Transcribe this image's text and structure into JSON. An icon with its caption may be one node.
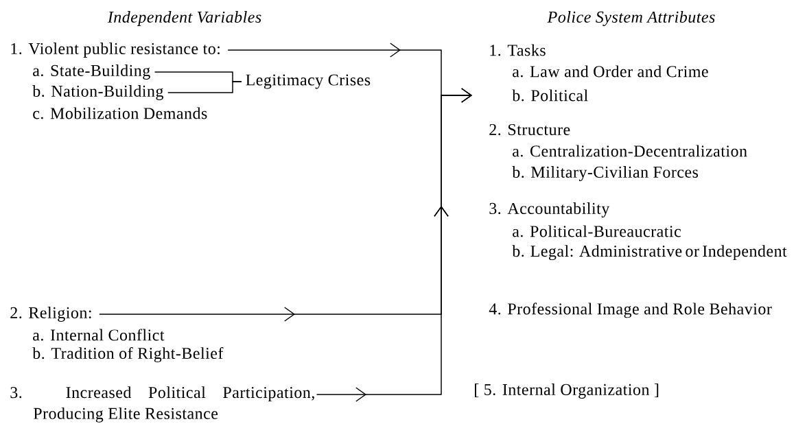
{
  "diagram": {
    "nodes": [
      {
        "text": [
          "1. Violent public resistance to:"
        ]
      },
      {
        "text": [
          "a. State-Building"
        ]
      },
      {
        "text": [
          "b. Nation-Building"
        ]
      },
      {
        "text": [
          "Legitimacy Crises"
        ]
      },
      {
        "text": [
          "2. Religion:"
        ]
      },
      {
        "text": [
          "3. Increased Political Participation, Producing Elite Resistance"
        ]
      },
      {
        "text": [
          "Police System Attributes",
          "1. Tasks",
          "a. Law and Order and Crime",
          "b. Political",
          "2. Structure",
          "a. Centralization-Decentralization",
          "b. Military-Civilian Forces",
          "3. Accountability",
          "a. Political-Bureaucratic",
          "b. Legal: Administrative or Independent",
          "4. Professional Image and Role Behavior",
          "[ 5. Internal Organization ]"
        ]
      }
    ],
    "edges": [
      {
        "from": 0,
        "to": 6,
        "arrow": "to"
      },
      {
        "from": 1,
        "to": 3,
        "arrow": "none"
      },
      {
        "from": 2,
        "to": 3,
        "arrow": "none"
      },
      {
        "from": 4,
        "to": 6,
        "arrow": "to"
      },
      {
        "from": 5,
        "to": 6,
        "arrow": "to"
      }
    ],
    "labels": [
      "Independent Variables",
      "c. Mobilization Demands",
      "a. Internal Conflict",
      "b. Tradition of Right-Belief"
    ]
  }
}
